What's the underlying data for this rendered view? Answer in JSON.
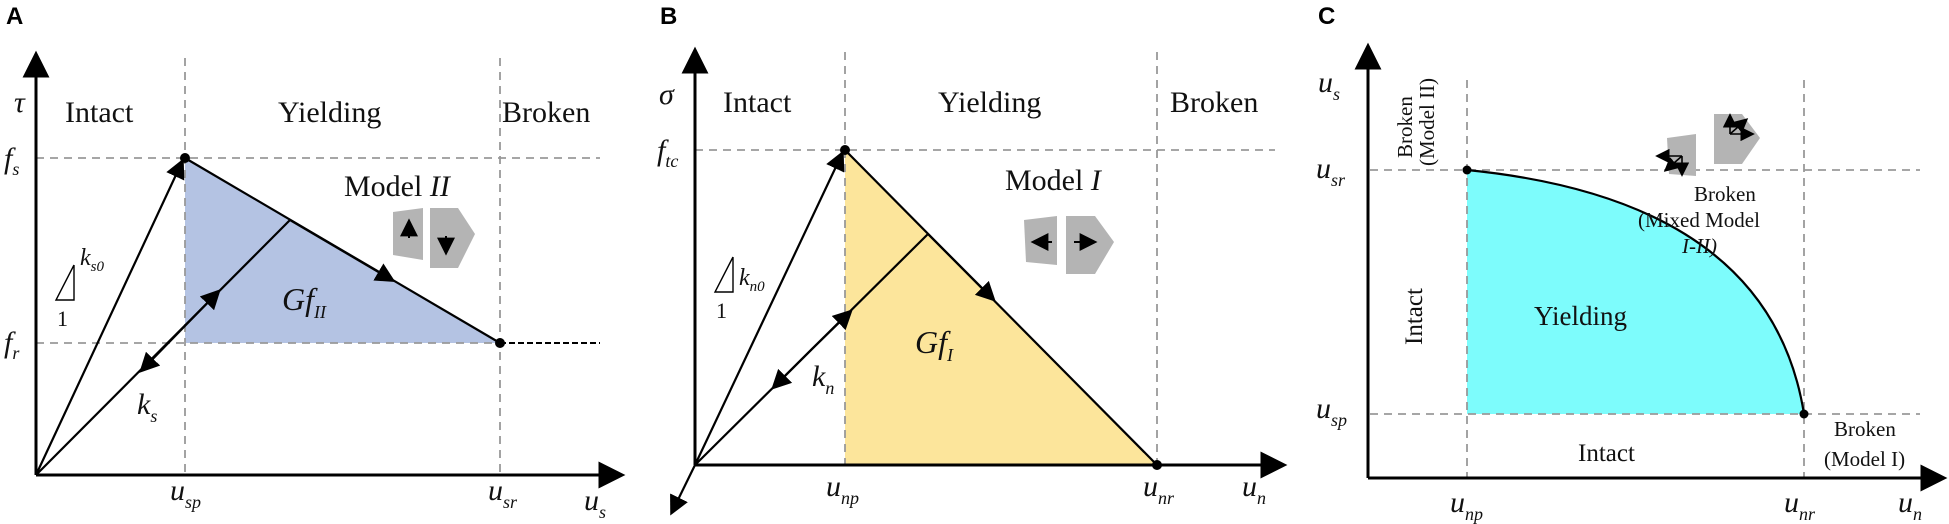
{
  "panels": {
    "a": {
      "letter": "A",
      "y_axis": "τ",
      "x_axis": "u",
      "x_axis_sub": "s",
      "regions": [
        "Intact",
        "Yielding",
        "Broken"
      ],
      "y_ticks": [
        {
          "main": "f",
          "sub": "s"
        },
        {
          "main": "f",
          "sub": "r"
        }
      ],
      "x_ticks": [
        {
          "main": "u",
          "sub": "sp"
        },
        {
          "main": "u",
          "sub": "sr"
        }
      ],
      "model_label": "Model ",
      "model_numeral": "II",
      "area_label": "Gf",
      "area_sub": "II",
      "stiffness": {
        "main": "k",
        "sub": "s"
      },
      "slope": {
        "main": "k",
        "sub": "s0",
        "run": "1"
      },
      "fill_color": "#b4c3e3"
    },
    "b": {
      "letter": "B",
      "y_axis": "σ",
      "x_axis": "u",
      "x_axis_sub": "n",
      "regions": [
        "Intact",
        "Yielding",
        "Broken"
      ],
      "y_ticks": [
        {
          "main": "f",
          "sub": "tc"
        }
      ],
      "x_ticks": [
        {
          "main": "u",
          "sub": "np"
        },
        {
          "main": "u",
          "sub": "nr"
        }
      ],
      "model_label": "Model ",
      "model_numeral": "I",
      "area_label": "Gf",
      "area_sub": "I",
      "stiffness": {
        "main": "k",
        "sub": "n"
      },
      "slope": {
        "main": "k",
        "sub": "n0",
        "run": "1"
      },
      "fill_color": "#fce59b"
    },
    "c": {
      "letter": "C",
      "y_axis": "u",
      "y_axis_sub": "s",
      "x_axis": "u",
      "x_axis_sub": "n",
      "y_ticks": [
        {
          "main": "u",
          "sub": "sr"
        },
        {
          "main": "u",
          "sub": "sp"
        }
      ],
      "x_ticks": [
        {
          "main": "u",
          "sub": "np"
        },
        {
          "main": "u",
          "sub": "nr"
        }
      ],
      "yielding_label": "Yielding",
      "intact_left": "Intact",
      "intact_bottom": "Intact",
      "broken_top": {
        "line1": "Broken",
        "line2": "(Model II)"
      },
      "broken_mixed": {
        "line1": "Broken",
        "line2": "(Mixed Model",
        "line3": "I-II)"
      },
      "broken_right": {
        "line1": "Broken",
        "line2": "(Model I)"
      },
      "fill_color": "#7dfcfc"
    }
  }
}
